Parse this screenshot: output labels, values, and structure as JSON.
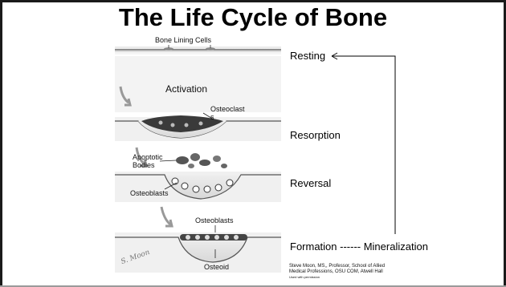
{
  "title": "The Life Cycle of Bone",
  "labels": {
    "bone_lining_cells": "Bone Lining Cells",
    "activation": "Activation",
    "osteoclast_line1": "Osteoclast",
    "osteoclast_line2": "s",
    "apoptotic_line1": "Apoptotic",
    "apoptotic_line2": "Bodies",
    "osteoblasts_left": "Osteoblasts",
    "osteoblasts_top": "Osteoblasts",
    "osteoid": "Osteoid",
    "signature": "S. Moon"
  },
  "stages": {
    "resting": "Resting",
    "resorption": "Resorption",
    "reversal": "Reversal",
    "formation": "Formation ------ Mineralization"
  },
  "credit": {
    "line1": "Steve Moon, MS,, Professor, School of Allied",
    "line2": "Medical Professions, OSU COM, Atwell Hall",
    "line3": "Used with permission"
  },
  "colors": {
    "frame": "#1a1a1a",
    "bone_surface": "#dcdcdc",
    "cavity_fill": "#c8c8c8",
    "osteoclast": "#3a3a3a"
  },
  "icons": [
    "down-right-arrow-icon",
    "left-arrow-icon"
  ]
}
